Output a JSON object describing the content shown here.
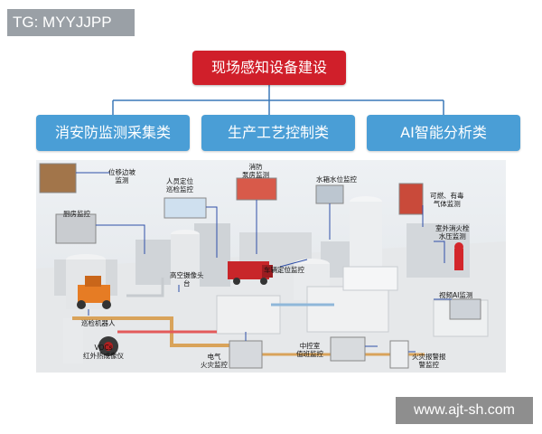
{
  "watermark_top": "TG: MYYJJPP",
  "watermark_bottom": "www.ajt-sh.com",
  "root": {
    "label": "现场感知设备建设"
  },
  "categories": [
    {
      "label": "消安防监测采集类"
    },
    {
      "label": "生产工艺控制类"
    },
    {
      "label": "AI智能分析类"
    }
  ],
  "colors": {
    "root": "#d01f2a",
    "category": "#4a9ed6",
    "connector": "#3a78b8",
    "callout": "#2f4fa8"
  },
  "scene_labels": {
    "slope": "位移边坡\n监测",
    "personnel": "人员定位\n巡检监控",
    "pump_room": "消防\n泵房监测",
    "water_tank": "水箱水位监控",
    "gas": "可燃、有毒\n气体监测",
    "kitchen": "厨房监控",
    "hydrant": "室外消火栓\n水压监测",
    "high_cam": "高空摄像头\n台",
    "vehicle": "车辆定位监控",
    "video_ai": "视频AI监测",
    "robot": "巡检机器人",
    "control_room": "中控室\n值班监控",
    "electrical": "电气\n火灾监控",
    "fire_alarm": "火灾报警报\n警监控",
    "voc": "VOCs\n红外热成像仪"
  }
}
